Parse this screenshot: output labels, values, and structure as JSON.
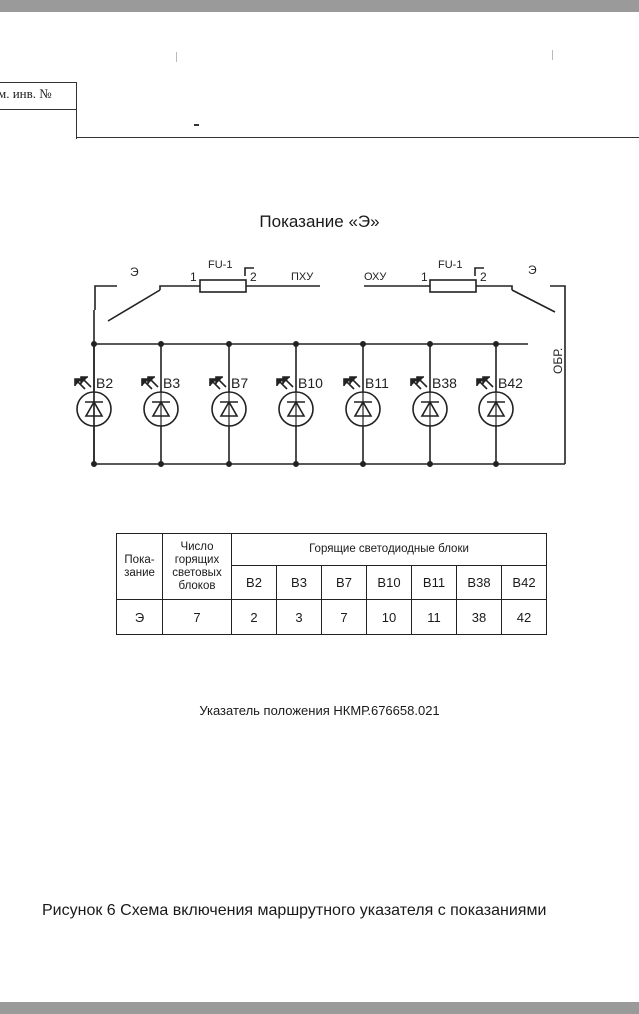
{
  "header": {
    "stamp_label": "м. инв. №"
  },
  "diagram": {
    "title": "Показание «Э»",
    "fuses": [
      {
        "name": "FU-1",
        "pin1": "1",
        "pin2": "2"
      },
      {
        "name": "FU-1",
        "pin1": "1",
        "pin2": "2"
      }
    ],
    "switch_labels": {
      "left": "Э",
      "right": "Э"
    },
    "bus_labels": {
      "left": "ПХУ",
      "right": "ОХУ"
    },
    "return_label": "ОБР.",
    "leds": [
      "B2",
      "B3",
      "B7",
      "B10",
      "B11",
      "B38",
      "B42"
    ]
  },
  "table": {
    "col1_header": "Пока-\nзание",
    "col2_header": "Число\nгорящих\nсветовых\nблоков",
    "group_header": "Горящие светодиодные блоки",
    "blocks": [
      "B2",
      "B3",
      "B7",
      "B10",
      "B11",
      "B38",
      "B42"
    ],
    "row": {
      "indication": "Э",
      "count": "7",
      "values": [
        "2",
        "3",
        "7",
        "10",
        "11",
        "38",
        "42"
      ]
    }
  },
  "caption": "Указатель положения НКМР.676658.021",
  "figure_caption": "Рисунок 6  Схема включения маршрутного указателя с показаниями"
}
